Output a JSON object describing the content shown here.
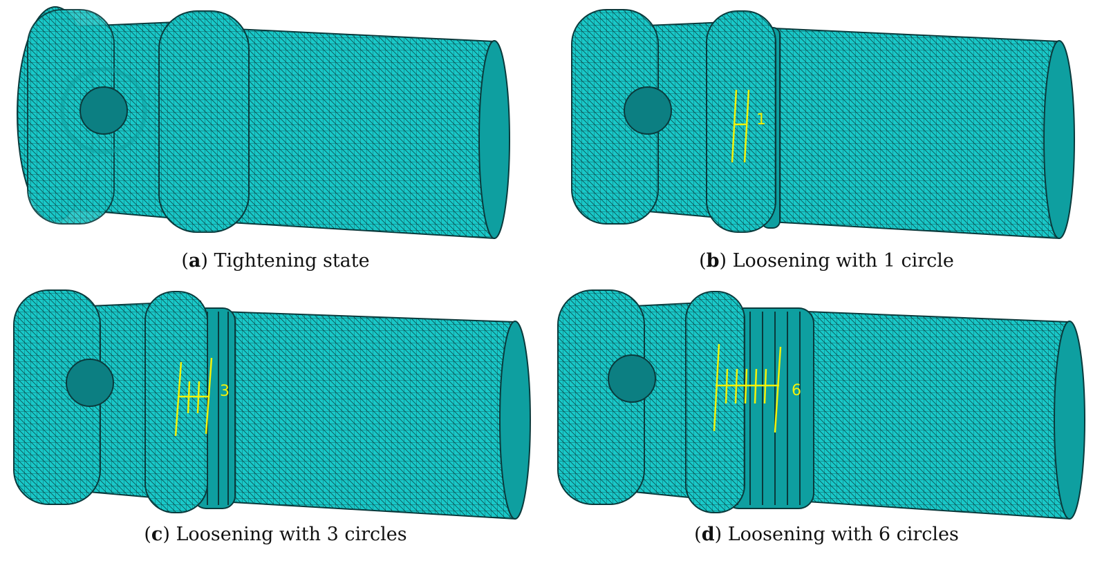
{
  "colors": {
    "mesh_fill": "#19c8c8",
    "mesh_shade": "#0e9fa0",
    "mesh_line": "#0a3a3c",
    "marker": "#f2f20a"
  },
  "panels": [
    {
      "letter": "a",
      "caption": "Tightening state",
      "marker_number": "",
      "loosened_circles": 0
    },
    {
      "letter": "b",
      "caption": "Loosening with 1 circle",
      "marker_number": "1",
      "loosened_circles": 1
    },
    {
      "letter": "c",
      "caption": "Loosening with 3 circles",
      "marker_number": "3",
      "loosened_circles": 3
    },
    {
      "letter": "d",
      "caption": "Loosening with 6 circles",
      "marker_number": "6",
      "loosened_circles": 6
    }
  ]
}
